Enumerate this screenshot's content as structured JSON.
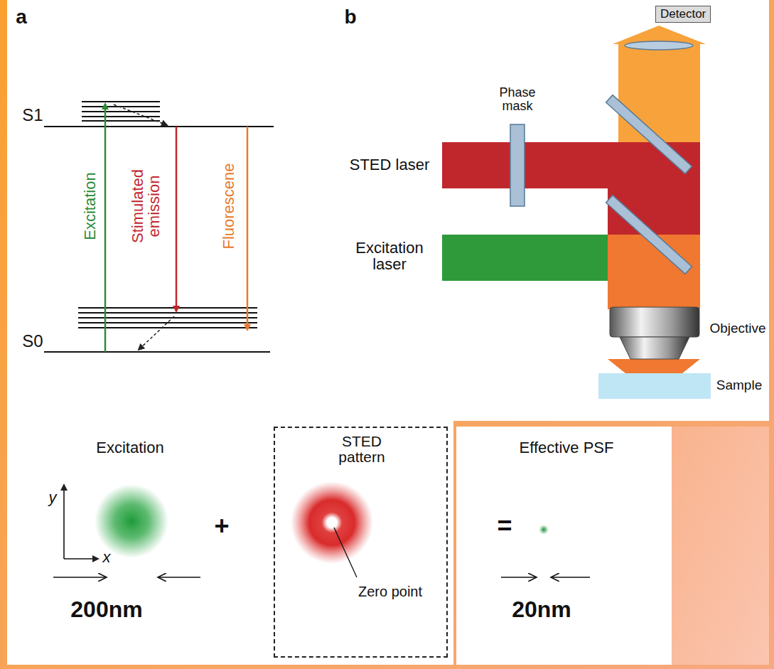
{
  "diagram": {
    "nodes": [
      {
        "text": [
          "Detector"
        ]
      },
      {
        "text": [
          "STED pattern",
          "Zero point"
        ]
      }
    ],
    "labels": [
      "a",
      "b",
      "S1",
      "S0",
      "Excitation",
      "Stimulated emission",
      "Fluorescene",
      "Phase mask",
      "STED laser",
      "Excitation laser",
      "Objective",
      "Sample",
      "Excitation",
      "+",
      "y",
      "x",
      "200nm",
      "=",
      "Effective PSF",
      "20nm"
    ]
  }
}
